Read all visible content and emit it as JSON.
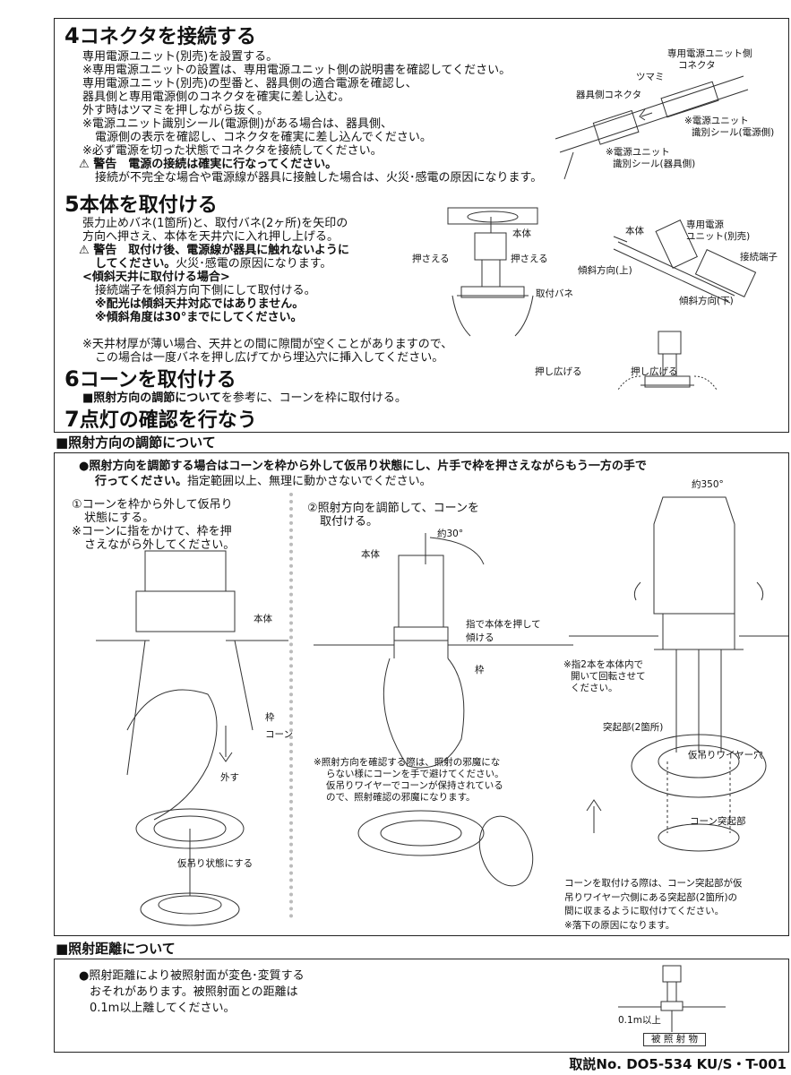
{
  "s4": {
    "num": "4",
    "title": "コネクタを接続する",
    "l1": "専用電源ユニット(別売)を設置する。",
    "l2": "※専用電源ユニットの設置は、専用電源ユニット側の説明書を確認してください。",
    "l3": "専用電源ユニット(別売)の型番と、器具側の適合電源を確認し、",
    "l4": "器具側と専用電源側のコネクタを確実に差し込む。",
    "l5": "外す時はツマミを押しながら抜く。",
    "l6": "※電源ユニット識別シール(電源側)がある場合は、器具側、",
    "l7": "電源側の表示を確認し、コネクタを確実に差し込んでください。",
    "l8": "※必ず電源を切った状態でコネクタを接続してください。",
    "warn": "警告　電源の接続は確実に行なってください。",
    "l9": "接続が不完全な場合や電源線が器具に接触した場合は、火災･感電の原因になります。",
    "fig": {
      "a": "専用電源ユニット側",
      "b": "コネクタ",
      "c": "ツマミ",
      "d": "器具側コネクタ",
      "e": "※電源ユニット",
      "f": "識別シール(電源側)",
      "g": "※電源ユニット",
      "h": "識別シール(器具側)"
    }
  },
  "s5": {
    "num": "5",
    "title": "本体を取付ける",
    "l1": "張力止めバネ(1箇所)と、取付バネ(2ヶ所)を矢印の",
    "l2": "方向へ押さえ、本体を天井穴に入れ押し上げる。",
    "warn1": "警告　取付け後、電源線が器具に触れないように",
    "warn2": "してください。",
    "warn3": "火災･感電の原因になります。",
    "sub": "<傾斜天井に取付ける場合>",
    "l3": "接続端子を傾斜方向下側にして取付ける。",
    "l4": "※配光は傾斜天井対応ではありません。",
    "l5": "※傾斜角度は30°までにしてください。",
    "l6": "※天井材厚が薄い場合、天井との間に隙間が空くことがありますので、",
    "l7": "この場合は一度バネを押し広げてから埋込穴に挿入してください。",
    "fig": {
      "body": "本体",
      "push_l": "押さえる",
      "push_r": "押さえる",
      "spring": "取付バネ",
      "body2": "本体",
      "unit1": "専用電源",
      "unit2": "ユニット(別売)",
      "terminal": "接続端子",
      "up": "傾斜方向(上)",
      "down": "傾斜方向(下)",
      "spread_l": "押し広げる",
      "spread_r": "押し広げる"
    }
  },
  "s6": {
    "num": "6",
    "title": "コーンを取付ける",
    "ref": "■照射方向の調節について",
    "rest": "を参考に、コーンを枠に取付ける。"
  },
  "s7": {
    "num": "7",
    "title": "点灯の確認を行なう"
  },
  "dir": {
    "header": "■照射方向の調節について",
    "lead1": "●照射方向を調節する場合はコーンを枠から外して仮吊り状態にし、片手で枠を押さえながらもう一方の手で",
    "lead2b": "行ってください。",
    "lead2": "指定範囲以上、無理に動かさないでください。",
    "c1": {
      "l1": "①コーンを枠から外して仮吊り",
      "l2": "状態にする。",
      "l3": "※コーンに指をかけて、枠を押",
      "l4": "さえながら外してください。",
      "body": "本体",
      "frame": "枠",
      "cone": "コーン",
      "remove": "外す",
      "hang": "仮吊り状態にする"
    },
    "c2": {
      "l1": "②照射方向を調節して、コーンを",
      "l2": "取付ける。",
      "angle": "約30°",
      "body": "本体",
      "tilt1": "指で本体を押して",
      "tilt2": "傾ける",
      "frame": "枠",
      "n1": "※照射方向を確認する際は、照射の邪魔にな",
      "n2": "らない様にコーンを手で避けてください。",
      "n3": "仮吊りワイヤーでコーンが保持されている",
      "n4": "ので、照射確認の邪魔になります。"
    },
    "c3": {
      "angle": "約350°",
      "f1": "※指2本を本体内で",
      "f2": "開いて回転させて",
      "f3": "ください。",
      "proj": "突起部(2箇所)",
      "wire": "仮吊りワイヤー穴",
      "coneproj": "コーン突起部",
      "n1": "コーンを取付ける際は、コーン突起部が仮",
      "n2": "吊りワイヤー穴側にある突起部(2箇所)の",
      "n3": "間に収まるように取付けてください。",
      "n4": "※落下の原因になります。"
    }
  },
  "dist": {
    "header": "■照射距離について",
    "l1": "●照射距離により被照射面が変色･変質する",
    "l2": "おそれがあります。被照射面との距離は",
    "l3": "0.1m以上離してください。",
    "fig_dist": "0.1m以上",
    "fig_target": "被 照 射 物"
  },
  "footer": {
    "doc_no": "取説No. DO5-534 KU/S・T-001"
  }
}
